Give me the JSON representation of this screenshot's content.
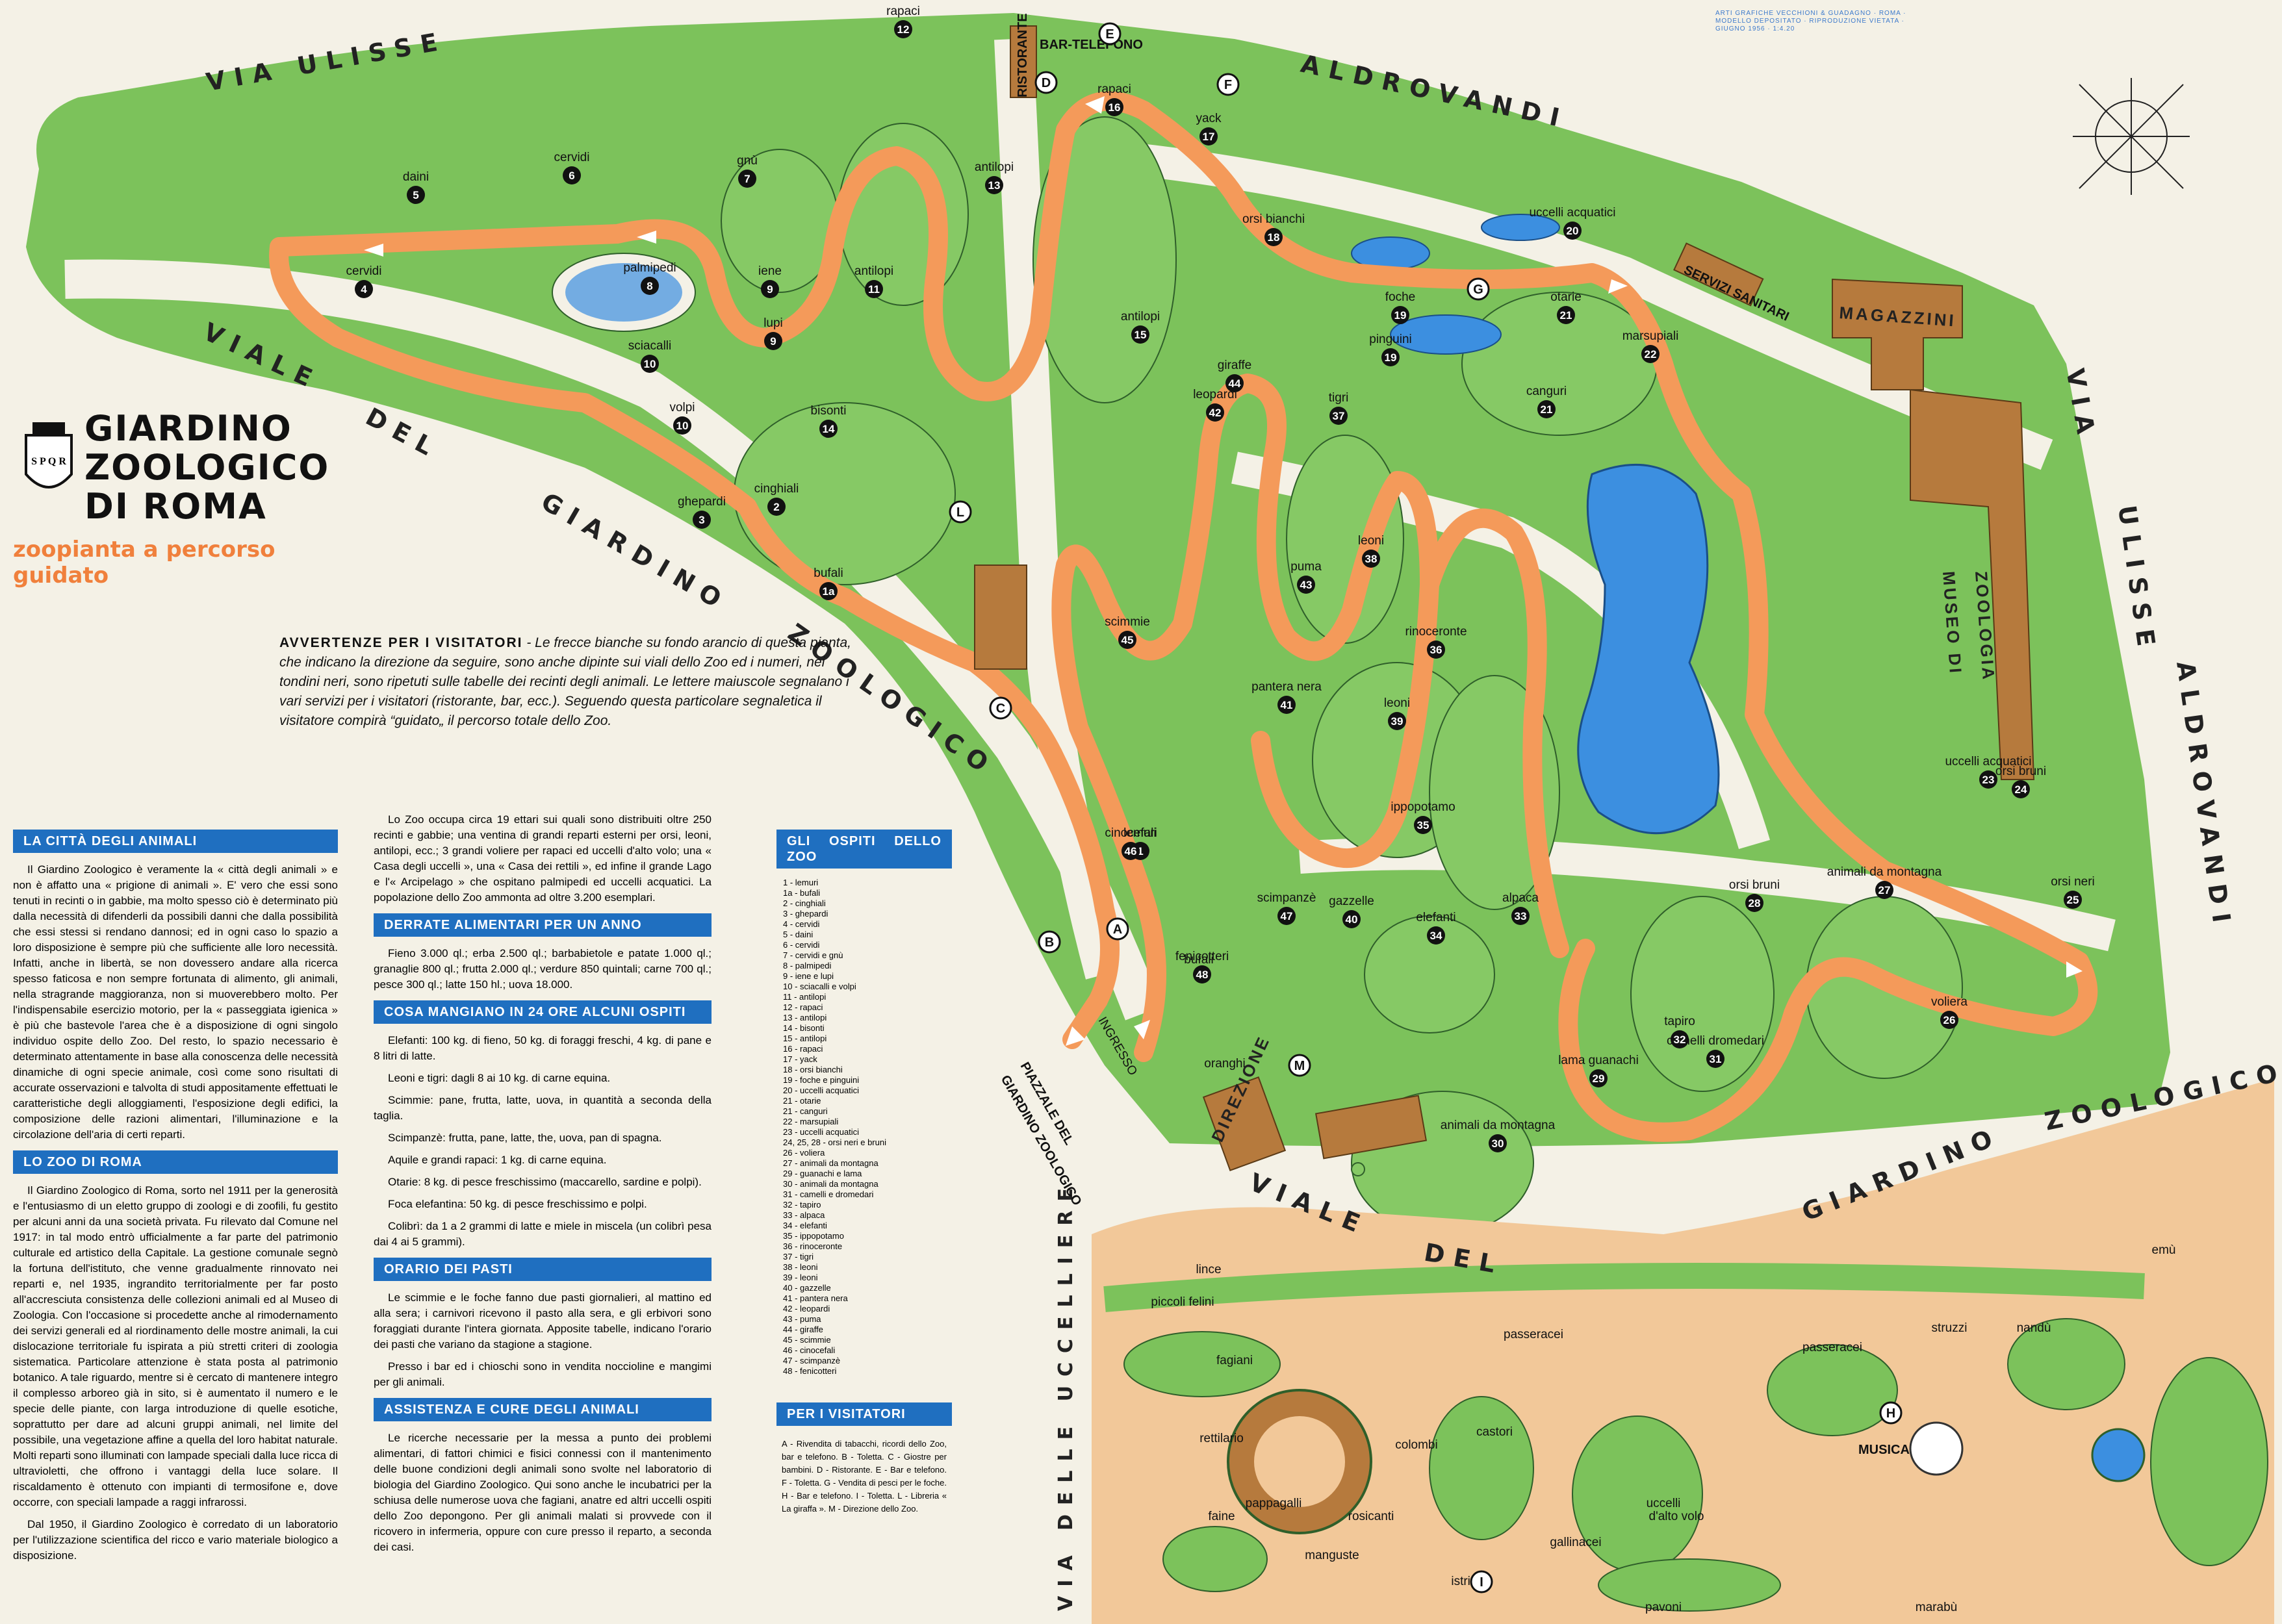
{
  "title": {
    "line1": "GIARDINO",
    "line2": "ZOOLOGICO",
    "line3": "DI ROMA",
    "subtitle": "zoopianta a percorso guidato",
    "crest_text": "S P Q R"
  },
  "credit": "ARTI GRAFICHE VECCHIONI & GUADAGNO · ROMA · MODELLO DEPOSITATO · RIPRODUZIONE VIETATA · GIUGNO 1956 · 1:4.20",
  "streets": {
    "via_ulisse_top": "VIA     ULISSE",
    "aldrovandi_top": "ALDROVANDI",
    "viale_left": "VIALE",
    "del_left": "DEL",
    "giardino_left": "GIARDINO",
    "zoologico_left": "ZOOLOGICO",
    "via_right": "VIA",
    "ulisse_right": "ULISSE",
    "aldrovandi_right": "ALDROVANDI",
    "viale_bottom": "VIALE",
    "del_bottom": "DEL",
    "giardino_bottom": "GIARDINO",
    "zoologico_bottom": "ZOOLOGICO",
    "via_uccelliere": "VIA  DELLE  UCCELLIERE",
    "piazzale": "PIAZZALE DEL",
    "piazzale2": "GIARDINO ZOOLOGICO",
    "ingresso": "INGRESSO"
  },
  "buildings": {
    "magazzini": "MAGAZZINI",
    "museo1": "MUSEO DI",
    "museo2": "ZOOLOGIA",
    "direzione": "DIREZIONE",
    "ristorante": "RISTORANTE",
    "bar_telefono": "BAR-TELEFONO",
    "servizi": "SERVIZI SANITARI",
    "musica": "MUSICA"
  },
  "areas": [
    {
      "num": "1",
      "label": "lemuri"
    },
    {
      "num": "1a",
      "label": "bufali"
    },
    {
      "num": "2",
      "label": "cinghiali"
    },
    {
      "num": "3",
      "label": "ghepardi"
    },
    {
      "num": "4",
      "label": "cervidi"
    },
    {
      "num": "5",
      "label": "daini"
    },
    {
      "num": "6",
      "label": "cervidi"
    },
    {
      "num": "7",
      "label": "gnù"
    },
    {
      "num": "8",
      "label": "palmipedi"
    },
    {
      "num": "9",
      "label": "iene"
    },
    {
      "num": "9b",
      "label": "lupi"
    },
    {
      "num": "10",
      "label": "sciacalli"
    },
    {
      "num": "10b",
      "label": "volpi"
    },
    {
      "num": "11",
      "label": "antilopi"
    },
    {
      "num": "12",
      "label": "rapaci"
    },
    {
      "num": "13",
      "label": "antilopi"
    },
    {
      "num": "14",
      "label": "bisonti"
    },
    {
      "num": "15",
      "label": "antilopi"
    },
    {
      "num": "16",
      "label": "rapaci"
    },
    {
      "num": "17",
      "label": "yack"
    },
    {
      "num": "18",
      "label": "orsi bianchi"
    },
    {
      "num": "19",
      "label": "foche"
    },
    {
      "num": "19b",
      "label": "pinguini"
    },
    {
      "num": "20",
      "label": "uccelli acquatici"
    },
    {
      "num": "21",
      "label": "otarie"
    },
    {
      "num": "21b",
      "label": "canguri"
    },
    {
      "num": "22",
      "label": "marsupiali"
    },
    {
      "num": "23",
      "label": "uccelli acquatici"
    },
    {
      "num": "24",
      "label": "orsi bruni"
    },
    {
      "num": "25",
      "label": "orsi neri"
    },
    {
      "num": "26",
      "label": "voliera"
    },
    {
      "num": "27",
      "label": "animali da montagna"
    },
    {
      "num": "28",
      "label": "orsi bruni"
    },
    {
      "num": "29",
      "label": "lama guanachi"
    },
    {
      "num": "30",
      "label": "animali da montagna"
    },
    {
      "num": "31",
      "label": "camelli dromedari"
    },
    {
      "num": "32",
      "label": "tapiro"
    },
    {
      "num": "33",
      "label": "alpaca"
    },
    {
      "num": "34",
      "label": "elefanti"
    },
    {
      "num": "35",
      "label": "ippopotamo"
    },
    {
      "num": "36",
      "label": "rinoceronte"
    },
    {
      "num": "37",
      "label": "tigri"
    },
    {
      "num": "38",
      "label": "leoni"
    },
    {
      "num": "39",
      "label": "leoni"
    },
    {
      "num": "40",
      "label": "gazzelle"
    },
    {
      "num": "41",
      "label": "pantera nera"
    },
    {
      "num": "42",
      "label": "leopardi"
    },
    {
      "num": "43",
      "label": "puma"
    },
    {
      "num": "44",
      "label": "giraffe"
    },
    {
      "num": "45",
      "label": "scimmie"
    },
    {
      "num": "46",
      "label": "cinocefali"
    },
    {
      "num": "47",
      "label": "scimpanzè"
    },
    {
      "num": "48",
      "label": "fenicotteri"
    },
    {
      "num": "",
      "label": "oranghi"
    },
    {
      "num": "",
      "label": "bufali"
    }
  ],
  "lower_labels": [
    "lince",
    "piccoli felini",
    "fagiani",
    "rettilario",
    "pappagalli",
    "faine",
    "manguste",
    "rosicanti",
    "colombi",
    "castori",
    "istrici",
    "gallinacei",
    "uccelli",
    "d'alto volo",
    "passeracei",
    "passeracei",
    "struzzi",
    "nandù",
    "emù",
    "pavoni",
    "marabù"
  ],
  "service_letters": [
    "A",
    "B",
    "C",
    "D",
    "E",
    "F",
    "G",
    "H",
    "I",
    "L",
    "M"
  ],
  "warning": {
    "heading": "AVVERTENZE PER I VISITATORI",
    "body": " - Le frecce bianche su fondo arancio di questa pianta, che indicano la direzione da seguire, sono anche dipinte sui viali dello Zoo ed i numeri, nei tondini neri, sono ripetuti sulle tabelle dei recinti degli animali. Le lettere maiuscole segnalano i vari servizi per i visitatori (ristorante, bar, ecc.). Seguendo questa particolare segnaletica il visitatore compirà “guidato„ il percorso totale dello Zoo."
  },
  "sections": {
    "citta_head": "LA CITTÀ DEGLI ANIMALI",
    "citta_text": "Il Giardino Zoologico è veramente la « città degli animali » e non è affatto una « prigione di animali ». E' vero che essi sono tenuti in recinti o in gabbie, ma molto spesso ciò è determinato più dalla necessità di difenderli da possibili danni che dalla possibilità che essi stessi si rendano dannosi; ed in ogni caso lo spazio a loro disposizione è sempre più che sufficiente alle loro necessità. Infatti, anche in libertà, se non dovessero andare alla ricerca spesso faticosa e non sempre fortunata di alimento, gli animali, nella stragrande maggioranza, non si muoverebbero molto. Per l'indispensabile esercizio motorio, per la « passeggiata igienica » è più che bastevole l'area che è a disposizione di ogni singolo individuo ospite dello Zoo. Del resto, lo spazio necessario è determinato attentamente in base alla conoscenza delle necessità dinamiche di ogni specie animale, così come sono risultati di accurate osservazioni e talvolta di studi appositamente effettuati le caratteristiche degli alloggiamenti, l'esposizione degli edifici, la composizione delle razioni alimentari, l'illuminazione e la circolazione dell'aria di certi reparti.",
    "zoo_head": "LO ZOO DI ROMA",
    "zoo_text1": "Il Giardino Zoologico di Roma, sorto nel 1911 per la generosità e l'entusiasmo di un eletto gruppo di zoologi e di zoofili, fu gestito per alcuni anni da una società privata. Fu rilevato dal Comune nel 1917: in tal modo entrò ufficialmente a far parte del patrimonio culturale ed artistico della Capitale. La gestione comunale segnò la fortuna dell'istituto, che venne gradualmente rinnovato nei reparti e, nel 1935, ingrandito territorialmente per far posto all'accresciuta consistenza delle collezioni animali ed al Museo di Zoologia. Con l'occasione si procedette anche al rimodernamento dei servizi generali ed al riordinamento delle mostre animali, la cui dislocazione territoriale fu ispirata a più stretti criteri di zoologia sistematica. Particolare attenzione è stata posta al patrimonio botanico. A tale riguardo, mentre si è cercato di mantenere integro il complesso arboreo già in sito, si è aumentato il numero e le specie delle piante, con larga introduzione di quelle esotiche, soprattutto per dare ad alcuni gruppi animali, nel limite del possibile, una vegetazione affine a quella del loro habitat naturale. Molti reparti sono illuminati con lampade speciali dalla luce ricca di ultravioletti, che offrono i vantaggi della luce solare. Il riscaldamento è ottenuto con impianti di termosifone e, dove occorre, con speciali lampade a raggi infrarossi.",
    "zoo_text2": "Dal 1950, il Giardino Zoologico è corredato di un laboratorio per l'utilizzazione scientifica del ricco e vario materiale biologico a disposizione.",
    "intro_text": "Lo Zoo occupa circa 19 ettari sui quali sono distribuiti oltre 250 recinti e gabbie; una ventina di grandi reparti esterni per orsi, leoni, antilopi, ecc.; 3 grandi voliere per rapaci ed uccelli d'alto volo; una « Casa degli uccelli », una « Casa dei rettili », ed infine il grande Lago e l'« Arcipelago » che ospitano palmipedi ed uccelli acquatici. La popolazione dello Zoo ammonta ad oltre 3.200 esemplari.",
    "derrate_head": "DERRATE ALIMENTARI PER UN ANNO",
    "derrate_text": "Fieno 3.000 ql.; erba 2.500 ql.; barbabietole e patate 1.000 ql.; granaglie 800 ql.; frutta 2.000 ql.; verdure 850 quintali; carne 700 ql.; pesce 300 ql.; latte 150 hl.; uova 18.000.",
    "mangiano_head": "COSA MANGIANO IN 24 ORE ALCUNI OSPITI",
    "mangiano_items": [
      "Elefanti: 100 kg. di fieno, 50 kg. di foraggi freschi, 4 kg. di pane e 8 litri di latte.",
      "Leoni e tigri: dagli 8 ai 10 kg. di carne equina.",
      "Scimmie: pane, frutta, latte, uova, in quantità a seconda della taglia.",
      "Scimpanzè: frutta, pane, latte, the, uova, pan di spagna.",
      "Aquile e grandi rapaci: 1 kg. di carne equina.",
      "Otarie: 8 kg. di pesce freschissimo (maccarello, sardine e polpi).",
      "Foca elefantina: 50 kg. di pesce freschissimo e polpi.",
      "Colibrì: da 1 a 2 grammi di latte e miele in miscela (un colibrì pesa dai 4 ai 5 grammi)."
    ],
    "orario_head": "ORARIO DEI PASTI",
    "orario_text1": "Le scimmie e le foche fanno due pasti giornalieri, al mattino ed alla sera; i carnivori ricevono il pasto alla sera, e gli erbivori sono foraggiati durante l'intera giornata. Apposite tabelle, indicano l'orario dei pasti che variano da stagione a stagione.",
    "orario_text2": "Presso i bar ed i chioschi sono in vendita noccioline e mangimi per gli animali.",
    "assistenza_head": "ASSISTENZA E CURE DEGLI ANIMALI",
    "assistenza_text": "Le ricerche necessarie per la messa a punto dei problemi alimentari, di fattori chimici e fisici connessi con il mantenimento delle buone condizioni degli animali sono svolte nel laboratorio di biologia del Giardino Zoologico. Qui sono anche le incubatrici per la schiusa delle numerose uova che fagiani, anatre ed altri uccelli ospiti dello Zoo depongono. Per gli animali malati si provvede con il ricovero in infermeria, oppure con cure presso il reparto, a seconda dei casi.",
    "ospiti_head": "GLI OSPITI DELLO ZOO",
    "ospiti_list": [
      "1 - lemuri",
      "1a - bufali",
      "2 - cinghiali",
      "3 - ghepardi",
      "4 - cervidi",
      "5 - daini",
      "6 - cervidi",
      "7 - cervidi e gnù",
      "8 - palmipedi",
      "9 - iene e lupi",
      "10 - sciacalli e volpi",
      "11 - antilopi",
      "12 - rapaci",
      "13 - antilopi",
      "14 - bisonti",
      "15 - antilopi",
      "16 - rapaci",
      "17 - yack",
      "18 - orsi bianchi",
      "19 - foche e pinguini",
      "20 - uccelli acquatici",
      "21 - otarie",
      "21 - canguri",
      "22 - marsupiali",
      "23 - uccelli acquatici",
      "24, 25, 28 - orsi neri e bruni",
      "26 - voliera",
      "27 - animali da montagna",
      "29 - guanachi e lama",
      "30 - animali da montagna",
      "31 - camelli e dromedari",
      "32 - tapiro",
      "33 - alpaca",
      "34 - elefanti",
      "35 - ippopotamo",
      "36 - rinoceronte",
      "37 - tigri",
      "38 - leoni",
      "39 - leoni",
      "40 - gazzelle",
      "41 - pantera nera",
      "42 - leopardi",
      "43 - puma",
      "44 - giraffe",
      "45 - scimmie",
      "46 - cinocefali",
      "47 - scimpanzè",
      "48 - fenicotteri"
    ],
    "visitatori_head": "PER I VISITATORI",
    "visitatori_text": "A - Rivendita di tabacchi, ricordi dello Zoo, bar e telefono. B - Toletta. C - Giostre per bambini. D - Ristorante. E - Bar e telefono. F - Toletta. G - Vendita di pesci per le foche. H - Bar e telefono. I - Toletta. L - Libreria « La giraffa ». M - Direzione dello Zoo."
  },
  "colors": {
    "grass": "#7cc25b",
    "path": "#f4f1e6",
    "route": "#f49a5a",
    "water": "#3c8fe0",
    "building": "#b67a3d",
    "lower_ground": "#f2c899",
    "header_blue": "#1f6fc0"
  }
}
